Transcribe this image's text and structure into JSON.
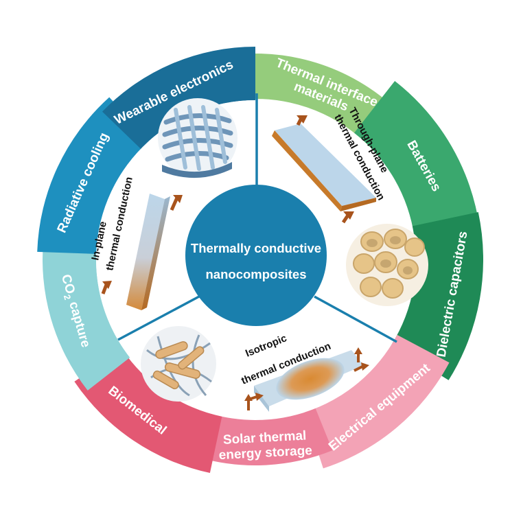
{
  "center": {
    "line1": "Thermally conductive",
    "line2": "nanocomposites"
  },
  "annotations": {
    "in_plane": {
      "line1": "In-plane",
      "line2": "thermal conduction"
    },
    "through_plane": {
      "line1": "Through-plane",
      "line2": "thermal conduction"
    },
    "isotropic": {
      "line1": "Isotropic",
      "line2": "thermal conduction"
    }
  },
  "applications": [
    {
      "id": "thermal-interface",
      "line1": "Thermal interface",
      "line2": "materials",
      "color": "#95cc7c"
    },
    {
      "id": "batteries",
      "line1": "Batteries",
      "line2": "",
      "color": "#3aa86e"
    },
    {
      "id": "dielectric",
      "line1": "Dielectric capacitors",
      "line2": "",
      "color": "#1f8a56"
    },
    {
      "id": "electrical",
      "line1": "Electrical equipment",
      "line2": "",
      "color": "#f3a3b6"
    },
    {
      "id": "solar",
      "line1": "Solar thermal",
      "line2": "energy storage",
      "color": "#ec7f99"
    },
    {
      "id": "biomedical",
      "line1": "Biomedical",
      "line2": "",
      "color": "#e35873"
    },
    {
      "id": "co2",
      "line1": "CO",
      "sub": "2",
      "line1_tail": " capture",
      "color": "#8fd3d7"
    },
    {
      "id": "radiative",
      "line1": "Radiative cooling",
      "line2": "",
      "color": "#1e90bf"
    },
    {
      "id": "wearable",
      "line1": "Wearable electronics",
      "line2": "",
      "color": "#1a6e98"
    }
  ],
  "colors": {
    "center_circle": "#1a7fad",
    "divider": "#1a7fad",
    "arrow": "#a8531c",
    "plate_top": "#bcd6ea",
    "plate_edge": "#c77a2a"
  }
}
